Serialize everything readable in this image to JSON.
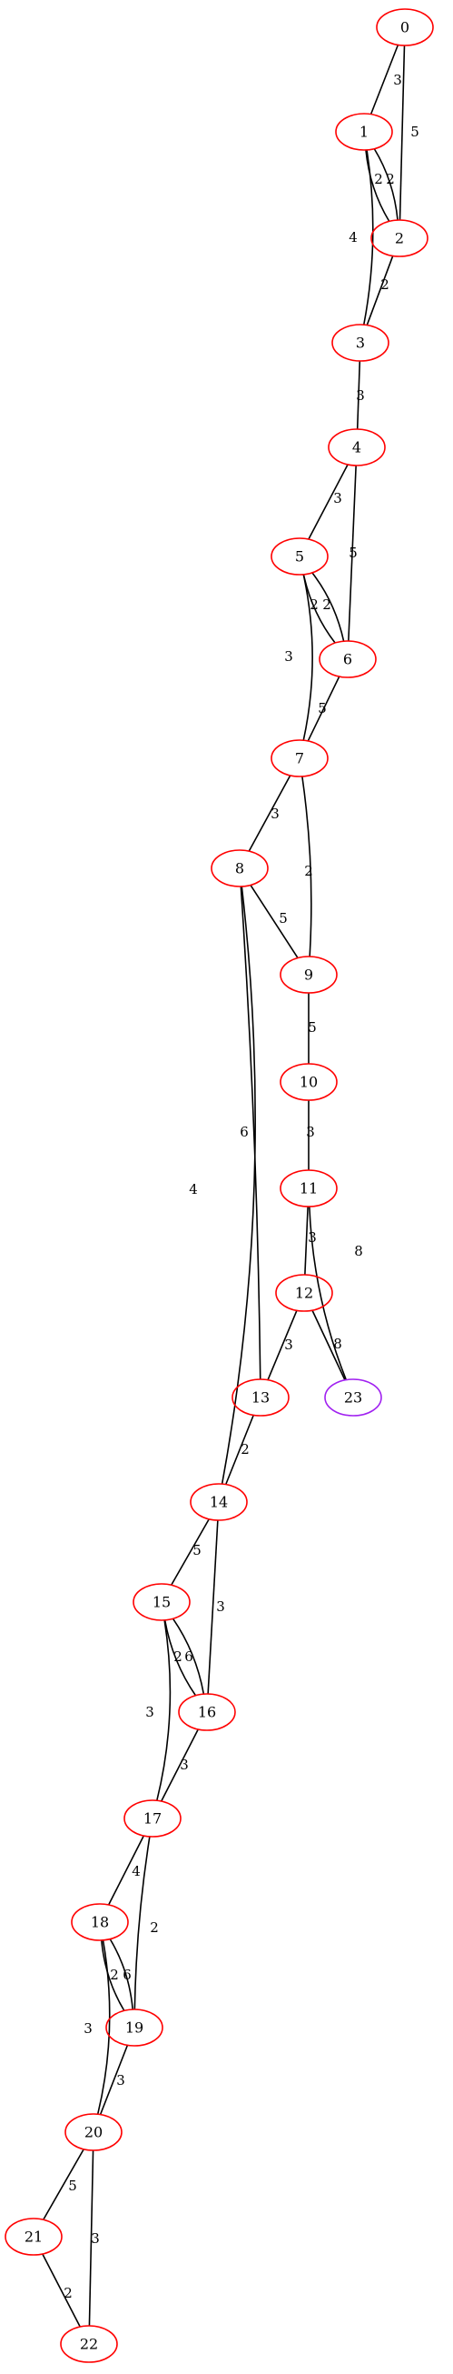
{
  "graph": {
    "colors": {
      "default_node": "#ff0000",
      "highlight_node": "#a020f0",
      "edge": "#000000",
      "text": "#000000"
    },
    "nodes": [
      {
        "id": "0"
      },
      {
        "id": "1"
      },
      {
        "id": "2"
      },
      {
        "id": "3"
      },
      {
        "id": "4"
      },
      {
        "id": "5"
      },
      {
        "id": "6"
      },
      {
        "id": "7"
      },
      {
        "id": "8"
      },
      {
        "id": "9"
      },
      {
        "id": "10"
      },
      {
        "id": "11"
      },
      {
        "id": "12"
      },
      {
        "id": "13"
      },
      {
        "id": "14"
      },
      {
        "id": "15"
      },
      {
        "id": "16"
      },
      {
        "id": "17"
      },
      {
        "id": "18"
      },
      {
        "id": "19"
      },
      {
        "id": "20"
      },
      {
        "id": "21"
      },
      {
        "id": "22"
      },
      {
        "id": "23",
        "highlight": true
      }
    ],
    "edges": [
      {
        "from": "0",
        "to": "1",
        "weight": "3"
      },
      {
        "from": "0",
        "to": "2",
        "weight": "5"
      },
      {
        "from": "1",
        "to": "2",
        "weight": "2"
      },
      {
        "from": "1",
        "to": "2",
        "weight": "2"
      },
      {
        "from": "1",
        "to": "3",
        "weight": "4"
      },
      {
        "from": "2",
        "to": "3",
        "weight": "2"
      },
      {
        "from": "3",
        "to": "4",
        "weight": "3"
      },
      {
        "from": "4",
        "to": "5",
        "weight": "3"
      },
      {
        "from": "4",
        "to": "6",
        "weight": "5"
      },
      {
        "from": "5",
        "to": "6",
        "weight": "2"
      },
      {
        "from": "5",
        "to": "6",
        "weight": "2"
      },
      {
        "from": "5",
        "to": "7",
        "weight": "3"
      },
      {
        "from": "6",
        "to": "7",
        "weight": "5"
      },
      {
        "from": "7",
        "to": "8",
        "weight": "3"
      },
      {
        "from": "7",
        "to": "9",
        "weight": "2"
      },
      {
        "from": "8",
        "to": "9",
        "weight": "5"
      },
      {
        "from": "8",
        "to": "13",
        "weight": "6"
      },
      {
        "from": "8",
        "to": "14",
        "weight": "4"
      },
      {
        "from": "9",
        "to": "10",
        "weight": "5"
      },
      {
        "from": "10",
        "to": "11",
        "weight": "3"
      },
      {
        "from": "11",
        "to": "12",
        "weight": "3"
      },
      {
        "from": "11",
        "to": "23",
        "weight": "8"
      },
      {
        "from": "12",
        "to": "13",
        "weight": "3"
      },
      {
        "from": "12",
        "to": "23",
        "weight": "8"
      },
      {
        "from": "13",
        "to": "14",
        "weight": "2"
      },
      {
        "from": "14",
        "to": "15",
        "weight": "5"
      },
      {
        "from": "14",
        "to": "16",
        "weight": "3"
      },
      {
        "from": "15",
        "to": "16",
        "weight": "2"
      },
      {
        "from": "15",
        "to": "16",
        "weight": "6"
      },
      {
        "from": "15",
        "to": "17",
        "weight": "3"
      },
      {
        "from": "16",
        "to": "17",
        "weight": "3"
      },
      {
        "from": "17",
        "to": "18",
        "weight": "4"
      },
      {
        "from": "17",
        "to": "19",
        "weight": "2"
      },
      {
        "from": "18",
        "to": "19",
        "weight": "2"
      },
      {
        "from": "18",
        "to": "19",
        "weight": "6"
      },
      {
        "from": "18",
        "to": "20",
        "weight": "3"
      },
      {
        "from": "19",
        "to": "20",
        "weight": "3"
      },
      {
        "from": "20",
        "to": "21",
        "weight": "5"
      },
      {
        "from": "20",
        "to": "22",
        "weight": "3"
      },
      {
        "from": "21",
        "to": "22",
        "weight": "2"
      }
    ]
  }
}
